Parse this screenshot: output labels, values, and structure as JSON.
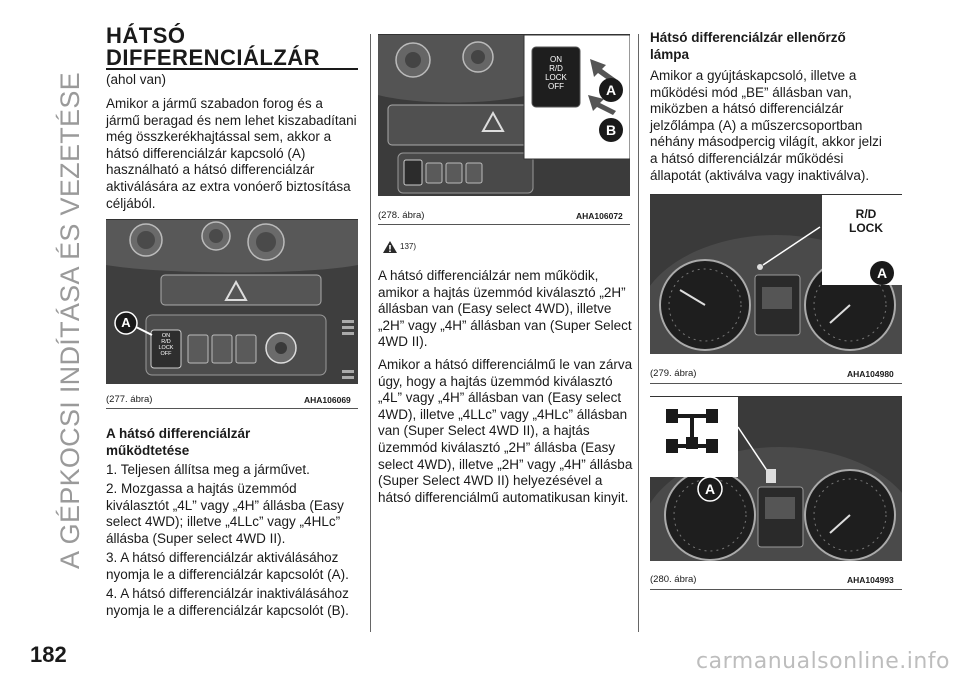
{
  "sidebar": {
    "title": "A GÉPKOCSI INDÍTÁSA ÉS VEZETÉSE"
  },
  "page_number": "182",
  "watermark": "carmanualsonline.info",
  "left": {
    "heading": "HÁTSÓ DIFFERENCIÁLZÁR",
    "sub": "(ahol van)",
    "intro": "Amikor a jármű szabadon forog és a jármű beragad és nem lehet kiszabadítani még összkerékhajtással sem, akkor a hátsó differenciálzár kapcsoló (A) használható a hátsó differenciálzár aktiválására az extra vonóerő biztosítása céljából.",
    "figure": {
      "caption": "(277. ábra)",
      "code": "AHA106069",
      "label_a": "A",
      "switch_on": "ON",
      "switch_rd": "R/D",
      "switch_lock": "LOCK",
      "switch_off": "OFF"
    },
    "op_heading": "A hátsó differenciálzár működtetése",
    "steps": [
      "1. Teljesen állítsa meg a járművet.",
      "2. Mozgassa a hajtás üzemmód kiválasztót „4L” vagy „4H” állásba (Easy select 4WD); illetve „4LLc” vagy „4HLc” állásba (Super select 4WD II).",
      "3. A hátsó differenciálzár aktiválásához nyomja le a differenciálzár kapcsolót (A).",
      "4. A hátsó differenciálzár inaktiválásához nyomja le a differenciálzár kapcsolót (B)."
    ]
  },
  "middle": {
    "figure": {
      "caption": "(278. ábra)",
      "code": "AHA106072",
      "label_a": "A",
      "label_b": "B",
      "switch_on": "ON",
      "switch_rd": "R/D",
      "switch_lock": "LOCK",
      "switch_off": "OFF"
    },
    "warning_ref": "137)",
    "para1": "A hátsó differenciálzár nem működik, amikor a hajtás üzemmód kiválasztó „2H” állásban van (Easy select 4WD), illetve „2H” vagy „4H” állásban van (Super Select 4WD II).",
    "para2": "Amikor a hátsó differenciálmű le van zárva úgy, hogy a hajtás üzemmód kiválasztó „4L” vagy „4H” állásban van (Easy select 4WD), illetve „4LLc” vagy „4HLc” állásban van (Super Select 4WD II), a hajtás üzemmód kiválasztó „2H” állásba (Easy select 4WD), illetve „2H” vagy „4H” állásba (Super Select 4WD II) helyezésével a hátsó differenciálmű automatikusan kinyit."
  },
  "right": {
    "heading": "Hátsó differenciálzár ellenőrző lámpa",
    "para": "Amikor a gyújtáskapcsoló, illetve a működési mód „BE” állásban van, miközben a hátsó differenciálzár jelzőlámpa (A) a műszercsoportban néhány másodpercig világít, akkor jelzi a hátsó differenciálzár működési állapotát (aktiválva vagy inaktiválva).",
    "figure1": {
      "caption": "(279. ábra)",
      "code": "AHA104980",
      "callout_line1": "R/D",
      "callout_line2": "LOCK",
      "label_a": "A"
    },
    "figure2": {
      "caption": "(280. ábra)",
      "code": "AHA104993",
      "label_a": "A"
    }
  },
  "colors": {
    "figure_bg": "#404040",
    "callout_bg": "#ffffff",
    "label_bg": "#1a1a1a",
    "sidebar_text": "#9a9a9a"
  }
}
